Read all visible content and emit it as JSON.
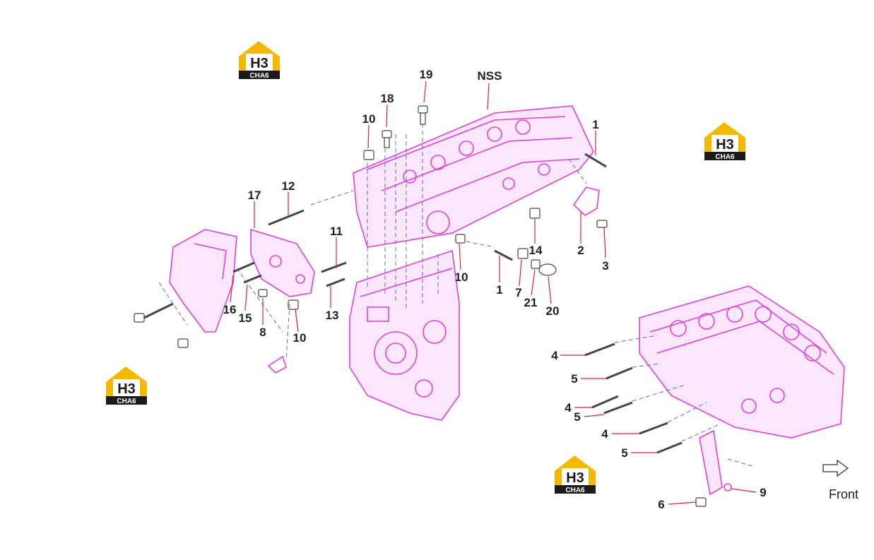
{
  "diagram": {
    "assembly_label": "NSS",
    "front_label": "Front",
    "logo": {
      "mark": "H3",
      "text": "CHA6",
      "color_primary": "#f5b800",
      "color_dark": "#1a1a1a"
    },
    "callouts": [
      "19",
      "18",
      "10",
      "1",
      "2",
      "3",
      "14",
      "10",
      "1",
      "7",
      "21",
      "20",
      "17",
      "12",
      "11",
      "16",
      "15",
      "8",
      "10",
      "13",
      "4",
      "5",
      "4",
      "5",
      "4",
      "5",
      "6",
      "9"
    ]
  }
}
